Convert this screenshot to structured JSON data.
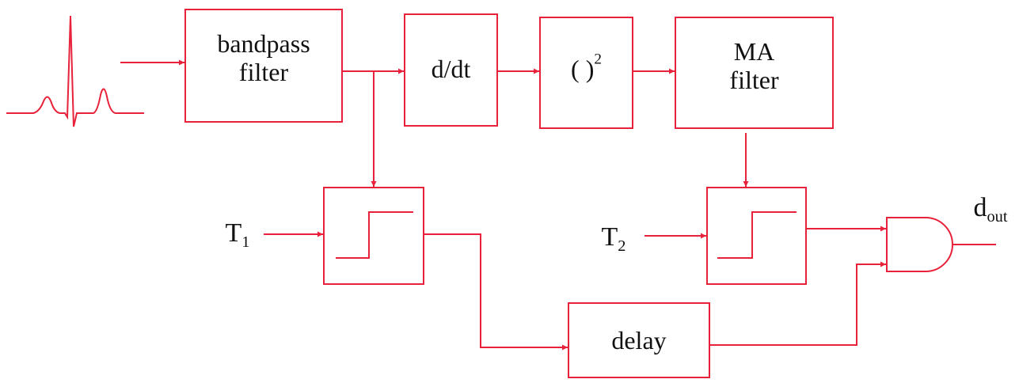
{
  "diagram": {
    "colors": {
      "stroke": "#e8223a",
      "text": "#111111",
      "background": "#ffffff"
    },
    "blocks": {
      "bandpass": {
        "line1": "bandpass",
        "line2": "filter"
      },
      "derivative": {
        "label": "d/dt"
      },
      "square": {
        "base": "( )",
        "exponent": "2"
      },
      "ma_filter": {
        "line1": "MA",
        "line2": "filter"
      },
      "delay": {
        "label": "delay"
      }
    },
    "thresholds": {
      "t1": {
        "base": "T",
        "sub": "1"
      },
      "t2": {
        "base": "T",
        "sub": "2"
      }
    },
    "output": {
      "base": "d",
      "sub": "out"
    },
    "icons": {
      "input": "ecg-waveform-icon",
      "threshold": "step-comparator-icon",
      "gate": "and-gate-icon"
    }
  }
}
